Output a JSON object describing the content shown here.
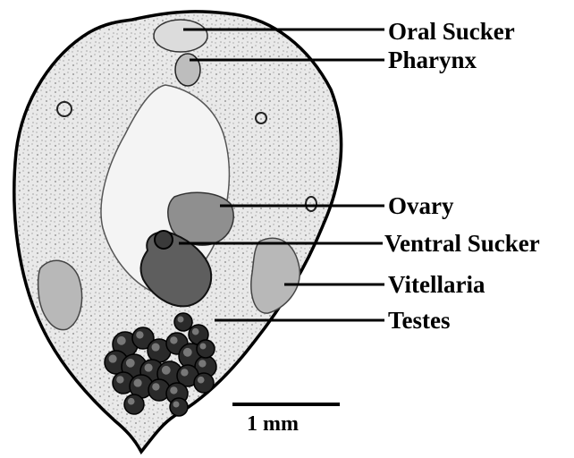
{
  "labels": {
    "oral_sucker": "Oral Sucker",
    "pharynx": "Pharynx",
    "ovary": "Ovary",
    "ventral_sucker": "Ventral Sucker",
    "vitellaria": "Vitellaria",
    "testes": "Testes"
  },
  "scale_bar": {
    "label": "1 mm"
  },
  "colors": {
    "ink": "#000000",
    "tissue": "#e6e6e6",
    "tissue_dark": "#8a8a8a",
    "testes": "#2a2a2a"
  }
}
